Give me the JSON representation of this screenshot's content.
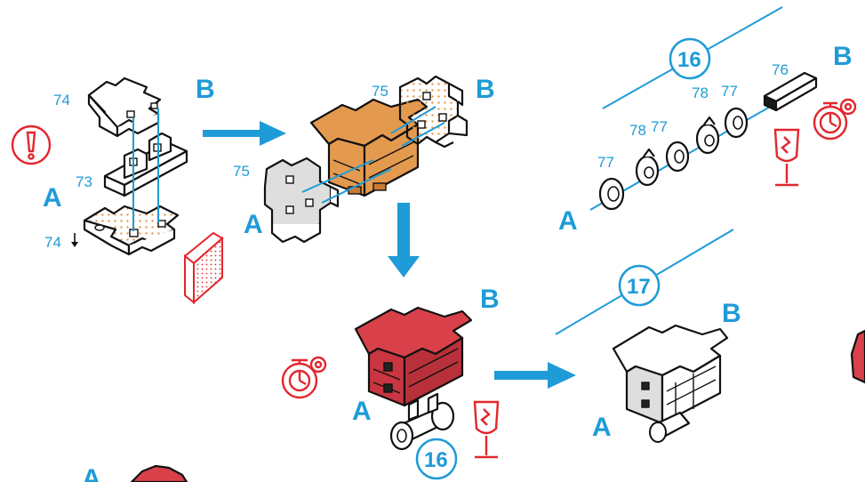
{
  "markers": {
    "a": "A",
    "b": "B"
  },
  "parts": {
    "p73": "73",
    "p74_top": "74",
    "p74_bottom": "74",
    "p75_left": "75",
    "p75_right": "75",
    "p76": "76",
    "p77_a": "77",
    "p77_b": "77",
    "p77_c": "77",
    "p78_a": "78",
    "p78_b": "78"
  },
  "steps": {
    "step16": "16",
    "step17": "17",
    "step16_badge": "16"
  },
  "icons": [
    "warning-exclamation-icon",
    "timer-gear-icon",
    "fragile-glass-icon",
    "sticker-pad-icon",
    "arrow-right-icon",
    "arrow-down-icon"
  ],
  "colors": {
    "accent_blue": "#1f9bd7",
    "warning_red": "#e3262d",
    "brick_orange": "#e49a4e",
    "brick_red": "#d9414a",
    "brick_white": "#ffffff",
    "brick_gray": "#dedede"
  }
}
